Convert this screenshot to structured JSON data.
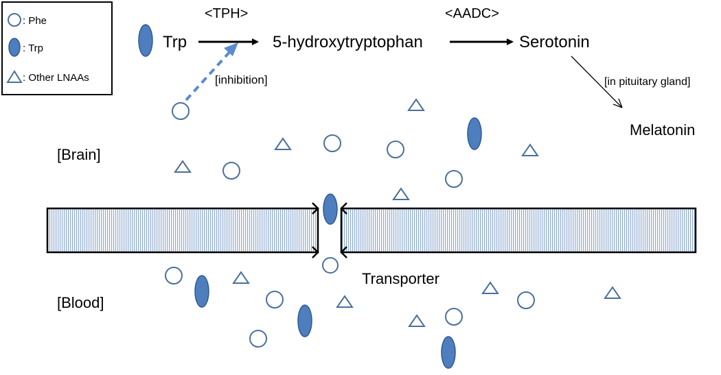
{
  "legend": {
    "items": [
      {
        "shape": "circle",
        "label": ": Phe"
      },
      {
        "shape": "ellipse",
        "label": ": Trp"
      },
      {
        "shape": "triangle",
        "label": ": Other LNAAs"
      }
    ]
  },
  "pathway": {
    "trp": "Trp",
    "enzyme1": "<TPH>",
    "intermediate": "5-hydroxytryptophan",
    "enzyme2": "<AADC>",
    "serotonin": "Serotonin",
    "inhibition": "[inhibition]",
    "pituitary": "[in pituitary gland]",
    "melatonin": "Melatonin"
  },
  "regions": {
    "brain": "[Brain]",
    "blood": "[Blood]"
  },
  "membrane": {
    "transporter": "Transporter"
  },
  "colors": {
    "fill": "#4f7ebf",
    "stroke": "#2f5a8f",
    "outline": "#4a6f9a",
    "stripes": "#8ea9cf",
    "dashed": "#5b8bd0"
  },
  "icons": {
    "phe": "circle-outline",
    "trp": "filled-ellipse",
    "lnaa": "triangle-outline"
  }
}
